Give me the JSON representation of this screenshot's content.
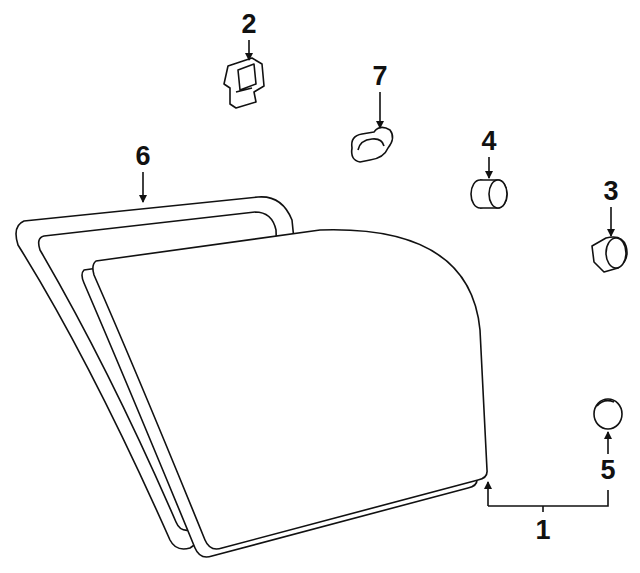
{
  "diagram": {
    "labels": [
      "2",
      "7",
      "6",
      "4",
      "3",
      "5",
      "1"
    ]
  }
}
